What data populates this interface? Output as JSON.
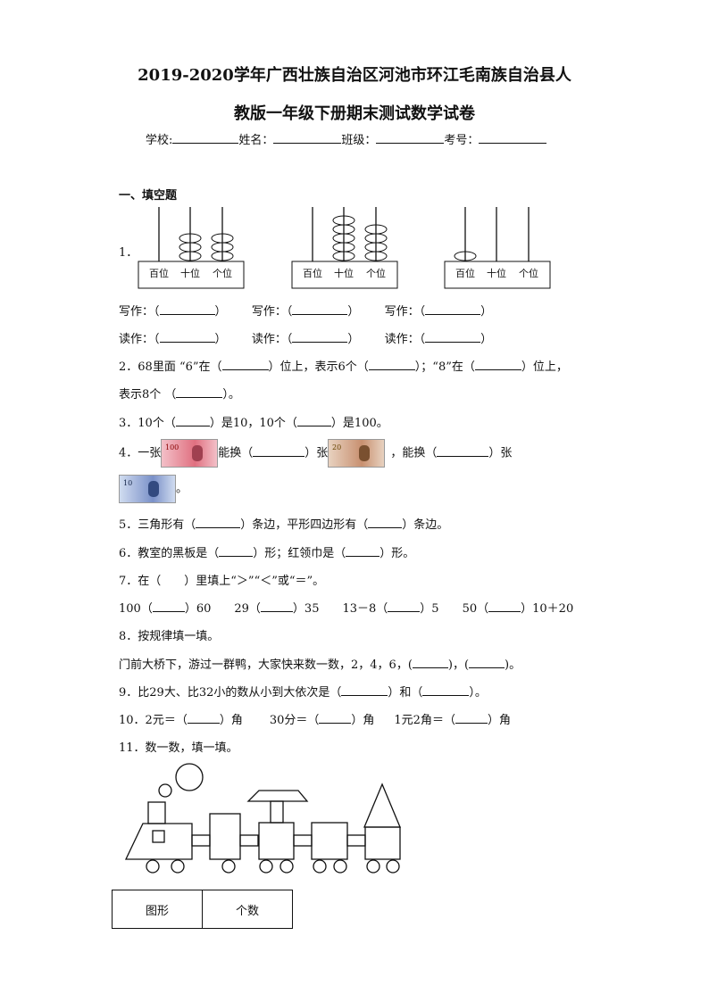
{
  "title": {
    "line1": "2019-2020学年广西壮族自治区河池市环江毛南族自治县人",
    "line2": "教版一年级下册期末测试数学试卷"
  },
  "info": {
    "school": "学校:",
    "name": "姓名：",
    "class": "班级：",
    "number": "考号："
  },
  "section1": "一、填空题",
  "q1": {
    "num": "1．",
    "place_labels": [
      "百位",
      "十位",
      "个位"
    ],
    "abacus": [
      {
        "hundreds": 0,
        "tens": 3,
        "ones": 3
      },
      {
        "hundreds": 0,
        "tens": 5,
        "ones": 4
      },
      {
        "hundreds": 1,
        "tens": 0,
        "ones": 0
      }
    ],
    "write": "写作：（",
    "read": "读作：（",
    "close": "）"
  },
  "q2": {
    "a": "2．68里面 “6”在（",
    "b": "）位上，表示6个（",
    "c": "）；“8”在（",
    "d": "）位上，",
    "e": "表示8个 （",
    "f": "）。"
  },
  "q3": {
    "a": "3．10个（",
    "b": "）是10，10个（",
    "c": "）是100。"
  },
  "q4": {
    "a": "4．一张",
    "b": "能换（",
    "c": "）张",
    "d": "，能换（",
    "e": "）张",
    "f": "。",
    "notes": [
      {
        "label": "100",
        "color": "#e07080"
      },
      {
        "label": "20",
        "color": "#c89070"
      },
      {
        "label": "10",
        "color": "#7a90c8"
      }
    ]
  },
  "q5": {
    "a": "5．三角形有（",
    "b": "）条边，平形四边形有（",
    "c": "）条边。"
  },
  "q6": {
    "a": "6．教室的黑板是（",
    "b": "）形；红领巾是（",
    "c": "）形。"
  },
  "q7": {
    "a": "7．在（　　）里填上“＞”“＜”或“＝”。",
    "items": [
      {
        "l": "100（",
        "r": "）60"
      },
      {
        "l": "29（",
        "r": "）35"
      },
      {
        "l": "13－8（",
        "r": "）5"
      },
      {
        "l": "50（",
        "r": "）10＋20"
      }
    ]
  },
  "q8": {
    "a": "8．按规律填一填。",
    "b": "门前大桥下，游过一群鸭，大家快来数一数，2，4，6，(",
    "c": ")，(",
    "d": ")。"
  },
  "q9": {
    "a": "9．比29大、比32小的数从小到大依次是（",
    "b": "）和（",
    "c": "）。"
  },
  "q10": {
    "a": "10．2元＝（",
    "b": "）角",
    "c": "30分＝（",
    "d": "）角",
    "e": "1元2角＝（",
    "f": "）角"
  },
  "q11": {
    "a": "11．数一数，填一填。",
    "table": [
      "图形",
      "个数"
    ]
  }
}
